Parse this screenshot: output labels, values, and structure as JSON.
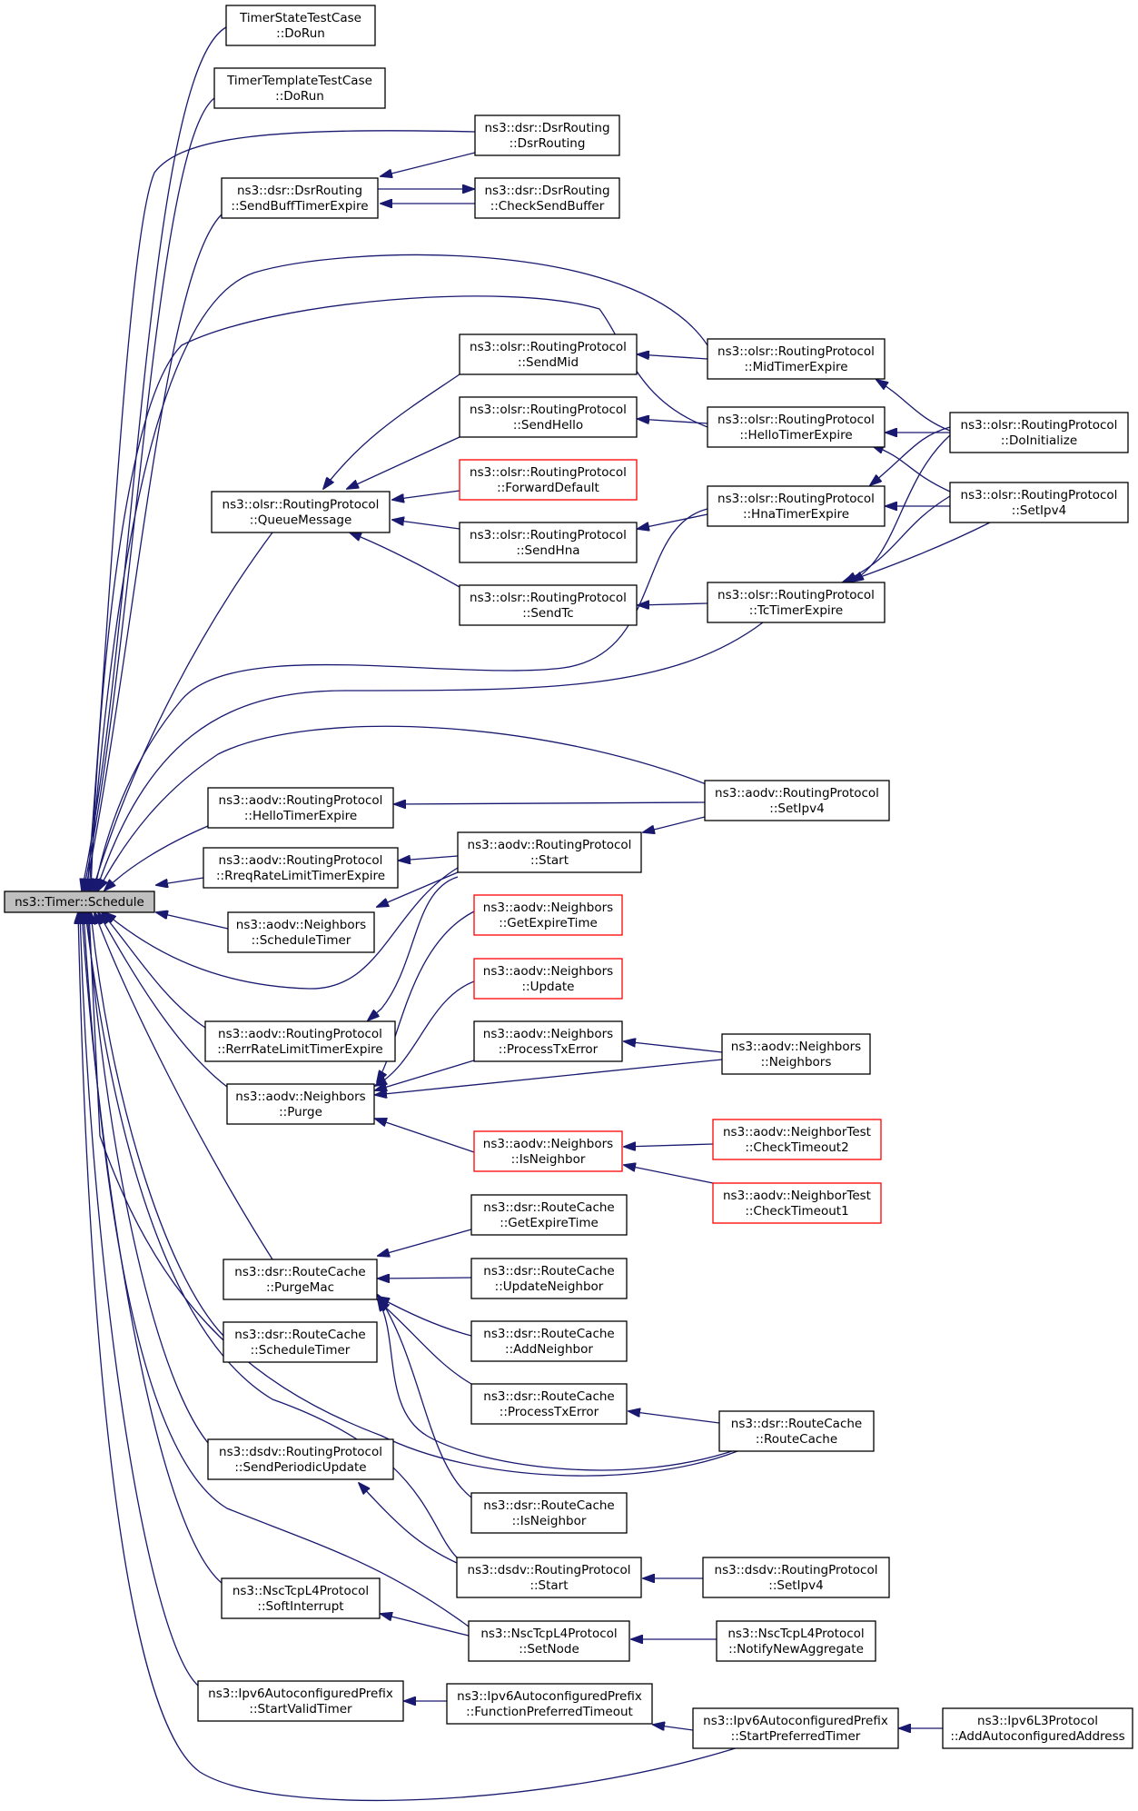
{
  "graph": {
    "title": "ns3::Timer::Schedule caller graph",
    "edge_color": "#191970",
    "highlight_fill": "#bfbfbf",
    "incomplete_border": "#ff0000",
    "nodes": [
      {
        "id": "root",
        "lines": [
          "ns3::Timer::Schedule"
        ],
        "style": "root"
      },
      {
        "id": "tstate",
        "lines": [
          "TimerStateTestCase",
          "::DoRun"
        ]
      },
      {
        "id": "ttemplate",
        "lines": [
          "TimerTemplateTestCase",
          "::DoRun"
        ]
      },
      {
        "id": "dsr_sendbuff",
        "lines": [
          "ns3::dsr::DsrRouting",
          "::SendBuffTimerExpire"
        ]
      },
      {
        "id": "dsr_dsrrouting",
        "lines": [
          "ns3::dsr::DsrRouting",
          "::DsrRouting"
        ]
      },
      {
        "id": "dsr_checksend",
        "lines": [
          "ns3::dsr::DsrRouting",
          "::CheckSendBuffer"
        ]
      },
      {
        "id": "olsr_queue",
        "lines": [
          "ns3::olsr::RoutingProtocol",
          "::QueueMessage"
        ]
      },
      {
        "id": "olsr_sendmid",
        "lines": [
          "ns3::olsr::RoutingProtocol",
          "::SendMid"
        ]
      },
      {
        "id": "olsr_sendhello",
        "lines": [
          "ns3::olsr::RoutingProtocol",
          "::SendHello"
        ]
      },
      {
        "id": "olsr_fwd",
        "lines": [
          "ns3::olsr::RoutingProtocol",
          "::ForwardDefault"
        ],
        "style": "red"
      },
      {
        "id": "olsr_sendhna",
        "lines": [
          "ns3::olsr::RoutingProtocol",
          "::SendHna"
        ]
      },
      {
        "id": "olsr_sendtc",
        "lines": [
          "ns3::olsr::RoutingProtocol",
          "::SendTc"
        ]
      },
      {
        "id": "olsr_midtimer",
        "lines": [
          "ns3::olsr::RoutingProtocol",
          "::MidTimerExpire"
        ]
      },
      {
        "id": "olsr_hellotimer",
        "lines": [
          "ns3::olsr::RoutingProtocol",
          "::HelloTimerExpire"
        ]
      },
      {
        "id": "olsr_hnatimer",
        "lines": [
          "ns3::olsr::RoutingProtocol",
          "::HnaTimerExpire"
        ]
      },
      {
        "id": "olsr_tctimer",
        "lines": [
          "ns3::olsr::RoutingProtocol",
          "::TcTimerExpire"
        ]
      },
      {
        "id": "olsr_doinit",
        "lines": [
          "ns3::olsr::RoutingProtocol",
          "::DoInitialize"
        ]
      },
      {
        "id": "olsr_setipv4",
        "lines": [
          "ns3::olsr::RoutingProtocol",
          "::SetIpv4"
        ]
      },
      {
        "id": "aodv_hello",
        "lines": [
          "ns3::aodv::RoutingProtocol",
          "::HelloTimerExpire"
        ]
      },
      {
        "id": "aodv_setipv4",
        "lines": [
          "ns3::aodv::RoutingProtocol",
          "::SetIpv4"
        ]
      },
      {
        "id": "aodv_rreq",
        "lines": [
          "ns3::aodv::RoutingProtocol",
          "::RreqRateLimitTimerExpire"
        ]
      },
      {
        "id": "aodv_start",
        "lines": [
          "ns3::aodv::RoutingProtocol",
          "::Start"
        ]
      },
      {
        "id": "aodv_nb_sched",
        "lines": [
          "ns3::aodv::Neighbors",
          "::ScheduleTimer"
        ]
      },
      {
        "id": "aodv_nb_getexp",
        "lines": [
          "ns3::aodv::Neighbors",
          "::GetExpireTime"
        ],
        "style": "red"
      },
      {
        "id": "aodv_nb_update",
        "lines": [
          "ns3::aodv::Neighbors",
          "::Update"
        ],
        "style": "red"
      },
      {
        "id": "aodv_rerr",
        "lines": [
          "ns3::aodv::RoutingProtocol",
          "::RerrRateLimitTimerExpire"
        ]
      },
      {
        "id": "aodv_nb_ptx",
        "lines": [
          "ns3::aodv::Neighbors",
          "::ProcessTxError"
        ]
      },
      {
        "id": "aodv_nb_ctor",
        "lines": [
          "ns3::aodv::Neighbors",
          "::Neighbors"
        ]
      },
      {
        "id": "aodv_nb_purge",
        "lines": [
          "ns3::aodv::Neighbors",
          "::Purge"
        ]
      },
      {
        "id": "aodv_nb_isnb",
        "lines": [
          "ns3::aodv::Neighbors",
          "::IsNeighbor"
        ],
        "style": "red"
      },
      {
        "id": "aodv_ct2",
        "lines": [
          "ns3::aodv::NeighborTest",
          "::CheckTimeout2"
        ],
        "style": "red"
      },
      {
        "id": "aodv_ct1",
        "lines": [
          "ns3::aodv::NeighborTest",
          "::CheckTimeout1"
        ],
        "style": "red"
      },
      {
        "id": "rc_getexp",
        "lines": [
          "ns3::dsr::RouteCache",
          "::GetExpireTime"
        ]
      },
      {
        "id": "rc_purgemac",
        "lines": [
          "ns3::dsr::RouteCache",
          "::PurgeMac"
        ]
      },
      {
        "id": "rc_updnb",
        "lines": [
          "ns3::dsr::RouteCache",
          "::UpdateNeighbor"
        ]
      },
      {
        "id": "rc_sched",
        "lines": [
          "ns3::dsr::RouteCache",
          "::ScheduleTimer"
        ]
      },
      {
        "id": "rc_addnb",
        "lines": [
          "ns3::dsr::RouteCache",
          "::AddNeighbor"
        ]
      },
      {
        "id": "rc_ptx",
        "lines": [
          "ns3::dsr::RouteCache",
          "::ProcessTxError"
        ]
      },
      {
        "id": "rc_ctor",
        "lines": [
          "ns3::dsr::RouteCache",
          "::RouteCache"
        ]
      },
      {
        "id": "dsdv_periodic",
        "lines": [
          "ns3::dsdv::RoutingProtocol",
          "::SendPeriodicUpdate"
        ]
      },
      {
        "id": "rc_isnb",
        "lines": [
          "ns3::dsr::RouteCache",
          "::IsNeighbor"
        ]
      },
      {
        "id": "dsdv_start",
        "lines": [
          "ns3::dsdv::RoutingProtocol",
          "::Start"
        ]
      },
      {
        "id": "dsdv_setipv4",
        "lines": [
          "ns3::dsdv::RoutingProtocol",
          "::SetIpv4"
        ]
      },
      {
        "id": "nsc_soft",
        "lines": [
          "ns3::NscTcpL4Protocol",
          "::SoftInterrupt"
        ]
      },
      {
        "id": "nsc_setnode",
        "lines": [
          "ns3::NscTcpL4Protocol",
          "::SetNode"
        ]
      },
      {
        "id": "nsc_notify",
        "lines": [
          "ns3::NscTcpL4Protocol",
          "::NotifyNewAggregate"
        ]
      },
      {
        "id": "ipv6_valid",
        "lines": [
          "ns3::Ipv6AutoconfiguredPrefix",
          "::StartValidTimer"
        ]
      },
      {
        "id": "ipv6_fpt",
        "lines": [
          "ns3::Ipv6AutoconfiguredPrefix",
          "::FunctionPreferredTimeout"
        ]
      },
      {
        "id": "ipv6_spt",
        "lines": [
          "ns3::Ipv6AutoconfiguredPrefix",
          "::StartPreferredTimer"
        ]
      },
      {
        "id": "ipv6l3_add",
        "lines": [
          "ns3::Ipv6L3Protocol",
          "::AddAutoconfiguredAddress"
        ]
      }
    ]
  }
}
